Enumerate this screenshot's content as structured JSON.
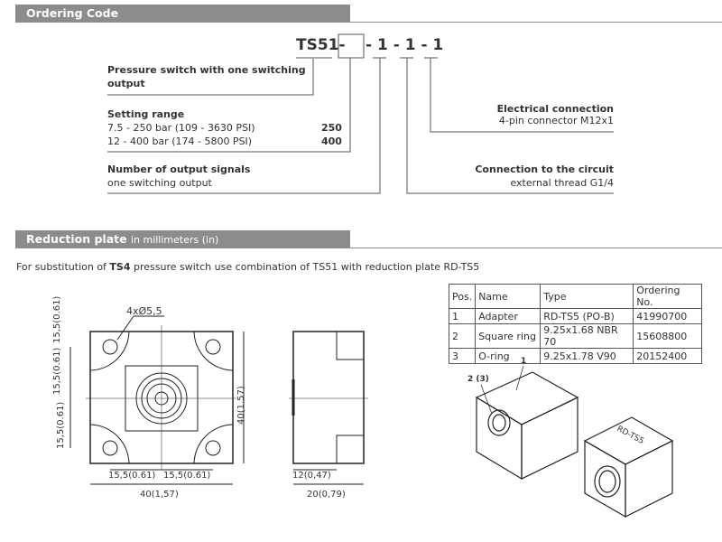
{
  "ordering": {
    "header": "Ordering Code",
    "code_prefix": "TS51-",
    "code_suffix": "- 1 - 1 - 1",
    "switch_title": "Pressure switch with one switching",
    "switch_title2": "output",
    "setting_title": "Setting range",
    "setting_rows": [
      {
        "range": "7.5 - 250 bar (109 - 3630 PSI)",
        "code": "250"
      },
      {
        "range": "12 - 400 bar  (174 - 5800 PSI)",
        "code": "400"
      }
    ],
    "signals_title": "Number of output signals",
    "signals_value": "one switching output",
    "electrical_title": "Electrical connection",
    "electrical_value": "4-pin connector M12x1",
    "circuit_title": "Connection to the circuit",
    "circuit_value": "external thread G1/4"
  },
  "reduction": {
    "header": "Reduction plate",
    "header_unit": "in millimeters (in)",
    "intro_a": "For substitution of ",
    "intro_b": "TS4",
    "intro_c": " pressure switch use combination of TS51 with reduction plate RD-TS5",
    "table": {
      "headers": [
        "Pos.",
        "Name",
        "Type",
        "Ordering No."
      ],
      "rows": [
        [
          "1",
          "Adapter",
          "RD-TS5 (PO-B)",
          "41990700"
        ],
        [
          "2",
          "Square ring",
          "9.25x1.68 NBR 70",
          "15608800"
        ],
        [
          "3",
          "O-ring",
          "9.25x1.78 V90",
          "20152400"
        ]
      ]
    },
    "dims": {
      "hole": "4xØ5,5",
      "v1": "15,5(0.61)",
      "v2": "15,5(0.61)",
      "v3": "15,5(0.61)",
      "h1": "15,5(0.61)",
      "h2": "15,5(0.61)",
      "total_w": "40(1,57)",
      "total_h": "40(1.57)",
      "side_w1": "12(0,47)",
      "side_w2": "20(0,79)"
    },
    "iso": {
      "label1": "1",
      "label2": "2 (3)",
      "engraving": "RD-TS5"
    }
  }
}
